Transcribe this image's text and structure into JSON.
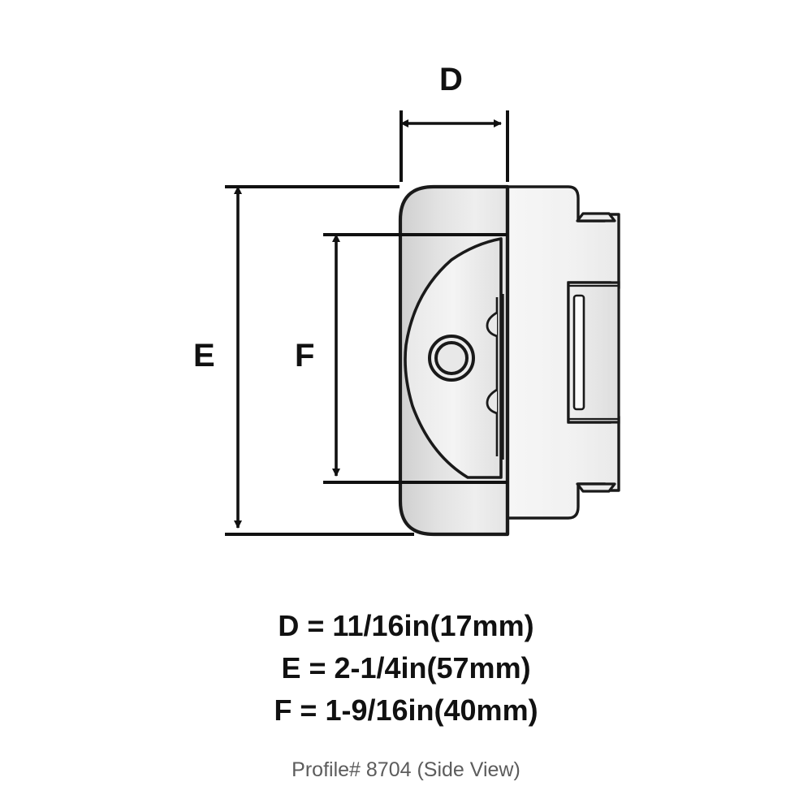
{
  "diagram": {
    "title": "Profile# 8704 (Side View)",
    "view_type": "Side View",
    "profile_number": "8704",
    "dimension_labels": {
      "d": "D",
      "e": "E",
      "f": "F"
    },
    "legend": [
      {
        "key": "D",
        "text": "D = 11/16in(17mm)",
        "inches": "11/16in",
        "mm": "17mm"
      },
      {
        "key": "E",
        "text": "E = 2-1/4in(57mm)",
        "inches": "2-1/4in",
        "mm": "57mm"
      },
      {
        "key": "F",
        "text": "F = 1-9/16in(40mm)",
        "inches": "1-9/16in",
        "mm": "40mm"
      }
    ],
    "caption": "Profile# 8704 (Side View)",
    "colors": {
      "outline": "#1a1a1a",
      "body_fill_light": "#f2f2f2",
      "body_fill_mid": "#dcdcdc",
      "body_fill_dark": "#cfcfcf",
      "plate_fill": "#f4f4f4",
      "background": "#ffffff",
      "caption_text": "#5c5c5c",
      "label_text": "#111111"
    },
    "parts": {
      "cup_body": "hinge-cup-body",
      "cam_lobe": "cam-lobe",
      "pivot_boss": "pivot-boss-ring",
      "mounting_plate": "mounting-plate",
      "center_block": "center-block-slot",
      "top_tab": "top-mounting-tab",
      "bottom_tab": "bottom-mounting-tab",
      "rib": "vertical-rib"
    }
  }
}
